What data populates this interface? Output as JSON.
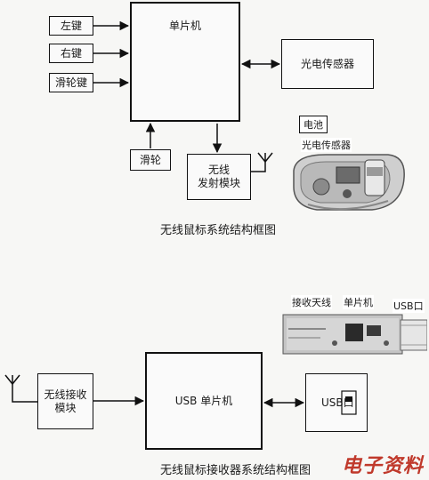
{
  "diagram1": {
    "left_key": "左键",
    "right_key": "右键",
    "wheel_key": "滑轮键",
    "mcu": "单片机",
    "optical_sensor": "光电传感器",
    "wheel": "滑轮",
    "transmitter": "无线\n发射模块",
    "photo_battery_label": "电池",
    "photo_sensor_label": "光电传感器",
    "caption": "无线鼠标系统结构框图"
  },
  "diagram2": {
    "receiver": "无线接收\n模块",
    "usb_mcu": "USB 单片机",
    "usb_port": "USB口",
    "photo_antenna_label": "接收天线",
    "photo_mcu_label": "单片机",
    "photo_usb_label": "USB口",
    "caption": "无线鼠标接收器系统结构框图"
  },
  "watermark": "电子资料"
}
